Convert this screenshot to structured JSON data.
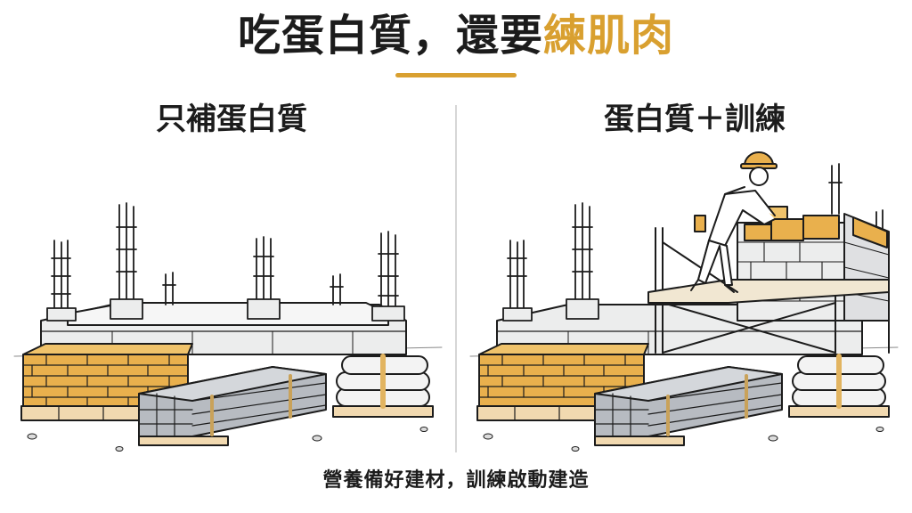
{
  "header": {
    "title_main": "吃蛋白質，還要",
    "title_accent": "練肌肉"
  },
  "panels": {
    "left_label": "只補蛋白質",
    "right_label": "蛋白質＋訓練"
  },
  "footer": {
    "caption": "營養備好建材，訓練啟動建造"
  },
  "colors": {
    "accent": "#d9a030",
    "brick": "#e9b04d",
    "ink": "#1c1c1c",
    "concrete": "#e9eaec",
    "steel": "#9a9fa6"
  }
}
